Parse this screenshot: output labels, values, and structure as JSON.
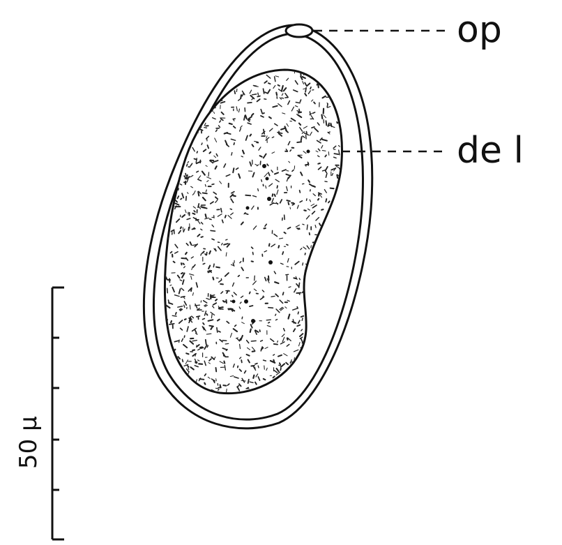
{
  "labels": {
    "operculum": "op",
    "developing_larva": "de l"
  },
  "scale_bar": {
    "label": "50 µ"
  },
  "colors": {
    "ink": "#111111",
    "paper": "#ffffff"
  }
}
